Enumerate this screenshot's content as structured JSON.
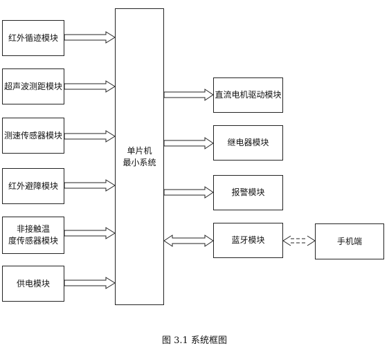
{
  "diagram": {
    "inputs": {
      "ir_tracking": "红外循迹模块",
      "ultrasonic": "超声波测距模块",
      "speed_sensor": "测速传感器模块",
      "ir_obstacle": "红外避障模块",
      "temp_line1": "非接触温",
      "temp_line2": "度传感器模块",
      "power": "供电模块"
    },
    "mcu": {
      "line1": "单片机",
      "line2": "最小系统"
    },
    "outputs": {
      "dc_motor": "直流电机驱动模块",
      "relay": "继电器模块",
      "alarm": "报警模块",
      "bluetooth": "蓝牙模块"
    },
    "phone": "手机端"
  },
  "caption": "图 3.1  系统框图"
}
